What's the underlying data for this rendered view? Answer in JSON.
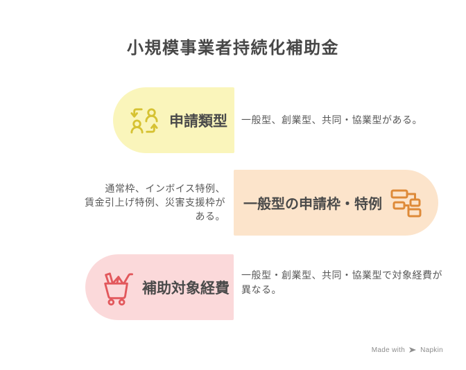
{
  "title": "小規模事業者持続化補助金",
  "cards": [
    {
      "label": "申請類型",
      "icon": "people-exchange-icon",
      "bg_color": "#FAF5BB",
      "icon_color": "#D6C233",
      "description_lines": [
        "一般型、創業型、共同・協業型がある。"
      ]
    },
    {
      "label": "一般型の申請枠・特例",
      "icon": "flowchart-icon",
      "bg_color": "#FCE4CB",
      "icon_color": "#DE8A38",
      "description_lines": [
        "通常枠、インボイス特例、",
        "賃金引上げ特例、災害支援枠が",
        "ある。"
      ]
    },
    {
      "label": "補助対象経費",
      "icon": "shopping-cart-icon",
      "bg_color": "#FBD9DA",
      "icon_color": "#E2585C",
      "description_lines": [
        "一般型・創業型、共同・協業型で対象経費が",
        "異なる。"
      ]
    }
  ],
  "text_colors": {
    "title": "#474747",
    "card_label": "#4A4A4A",
    "description": "#585858",
    "watermark": "#8D8D8D"
  },
  "watermark": {
    "prefix": "Made with",
    "brand": "Napkin"
  }
}
